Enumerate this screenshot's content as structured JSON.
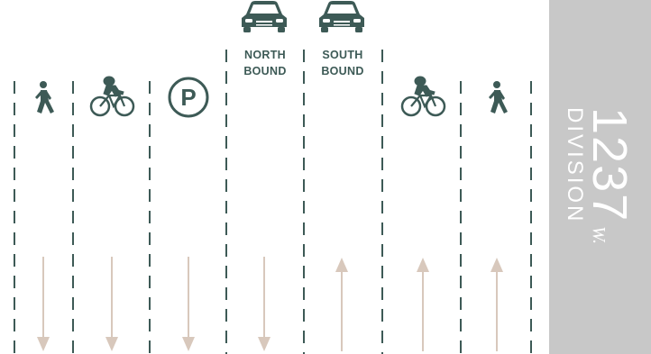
{
  "colors": {
    "icon": "#3d5a56",
    "arrow": "#d8c8bc",
    "divider": "#3d5a56",
    "building": "#c8c8c8"
  },
  "lanes": [
    {
      "type": "pedestrian",
      "icon": "walking-person-icon",
      "direction": "down"
    },
    {
      "type": "bike",
      "icon": "cyclist-icon",
      "direction": "down"
    },
    {
      "type": "parking",
      "icon": "parking-icon",
      "direction": "down"
    },
    {
      "type": "car",
      "icon": "car-icon",
      "label_line1": "NORTH",
      "label_line2": "BOUND",
      "direction": "down"
    },
    {
      "type": "car",
      "icon": "car-icon",
      "label_line1": "SOUTH",
      "label_line2": "BOUND",
      "direction": "up"
    },
    {
      "type": "bike",
      "icon": "cyclist-icon",
      "direction": "up"
    },
    {
      "type": "pedestrian",
      "icon": "walking-person-icon",
      "direction": "up"
    }
  ],
  "building": {
    "number": "1237",
    "direction": "W.",
    "street": "DIVISION"
  }
}
